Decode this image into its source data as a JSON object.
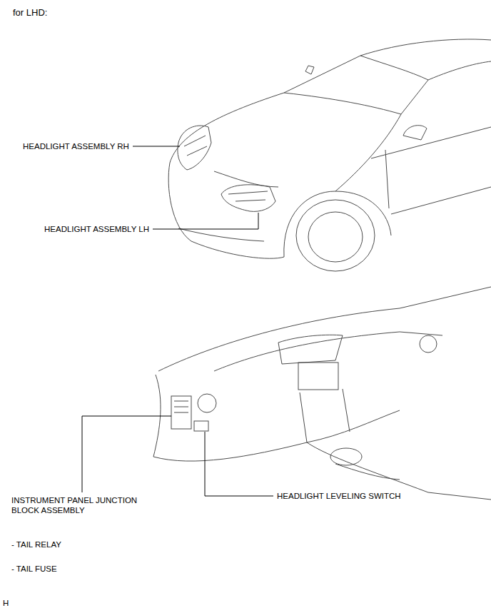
{
  "diagram": {
    "title": "for LHD:",
    "labels": [
      "HEADLIGHT ASSEMBLY RH",
      "HEADLIGHT ASSEMBLY LH",
      "INSTRUMENT PANEL JUNCTION BLOCK ASSEMBLY",
      "HEADLIGHT LEVELING SWITCH",
      "- TAIL RELAY",
      "- TAIL FUSE",
      "H"
    ]
  }
}
